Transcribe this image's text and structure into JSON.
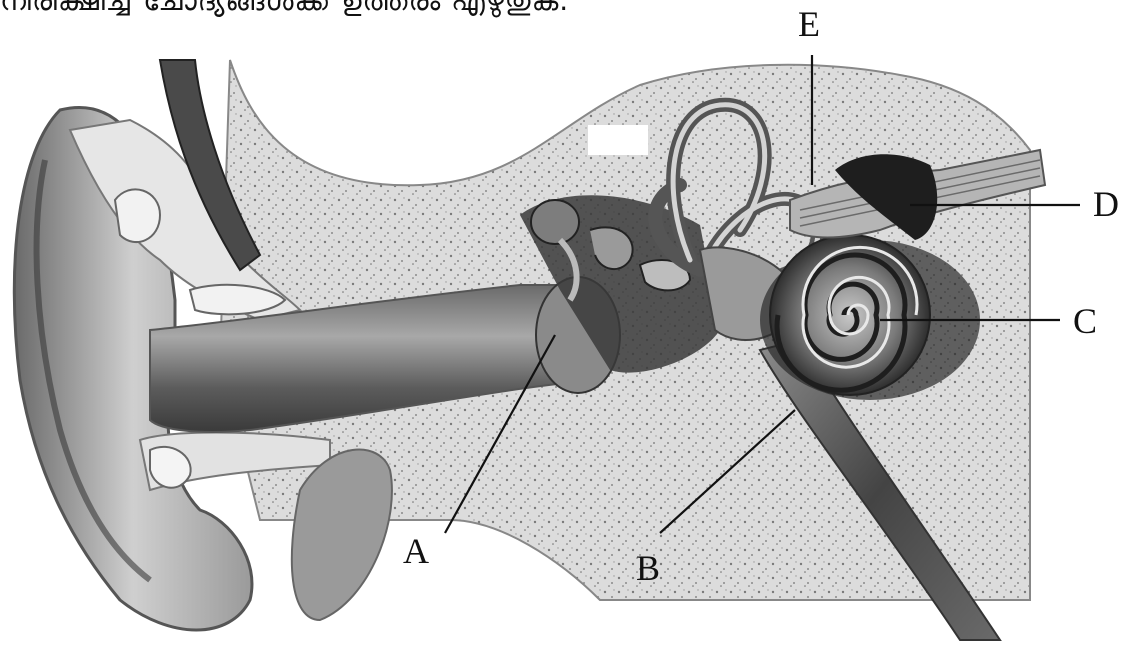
{
  "instruction_text": "നിരീക്ഷിച്ച് ചോദ്യങ്ങൾക്ക് ഉത്തരം എഴുതുക.",
  "labels": {
    "A": "A",
    "B": "B",
    "C": "C",
    "D": "D",
    "E": "E"
  }
}
